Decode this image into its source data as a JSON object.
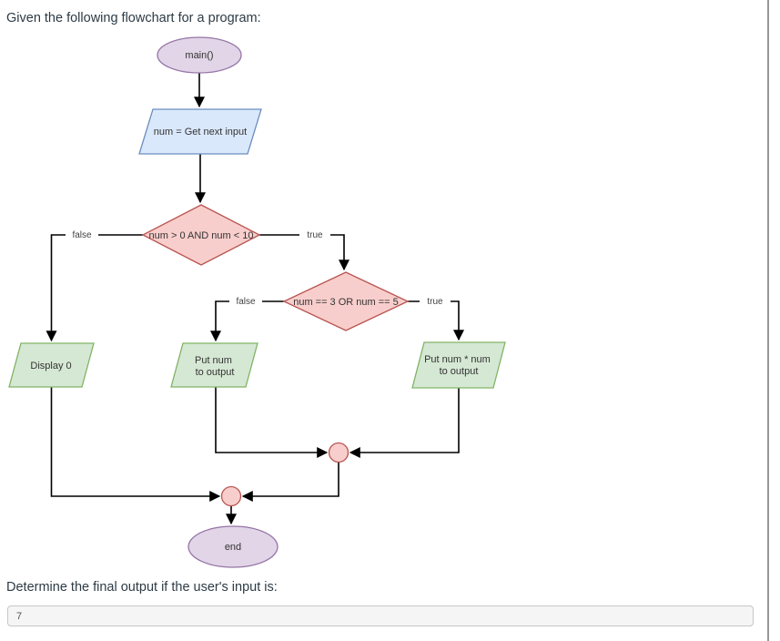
{
  "header": {
    "prompt": "Given the following flowchart for a program:"
  },
  "flowchart": {
    "nodes": {
      "main": {
        "label": "main()"
      },
      "get_input": {
        "label": "num = Get next input"
      },
      "decision1": {
        "label": "num > 0 AND num < 10"
      },
      "decision2": {
        "label": "num == 3 OR num == 5"
      },
      "display0": {
        "label": "Display 0"
      },
      "put_num": {
        "line1": "Put num",
        "line2": "to output"
      },
      "put_num_sq": {
        "line1": "Put num * num",
        "line2": "to output"
      },
      "end": {
        "label": "end"
      }
    },
    "edge_labels": {
      "d1_false": "false",
      "d1_true": "true",
      "d2_false": "false",
      "d2_true": "true"
    },
    "colors": {
      "terminal_fill": "#e1d5e7",
      "terminal_stroke": "#9673a6",
      "io_fill": "#dae8fc",
      "io_stroke": "#6c8ebf",
      "decision_fill": "#f8cecc",
      "decision_stroke": "#b85450",
      "output_fill": "#d5e8d4",
      "output_stroke": "#82b366",
      "connector_fill": "#f8cecc",
      "connector_stroke": "#b85450",
      "line": "#000000"
    }
  },
  "question": {
    "prompt": "Determine the final output if the user's input is:"
  },
  "answer": {
    "value": "7"
  }
}
